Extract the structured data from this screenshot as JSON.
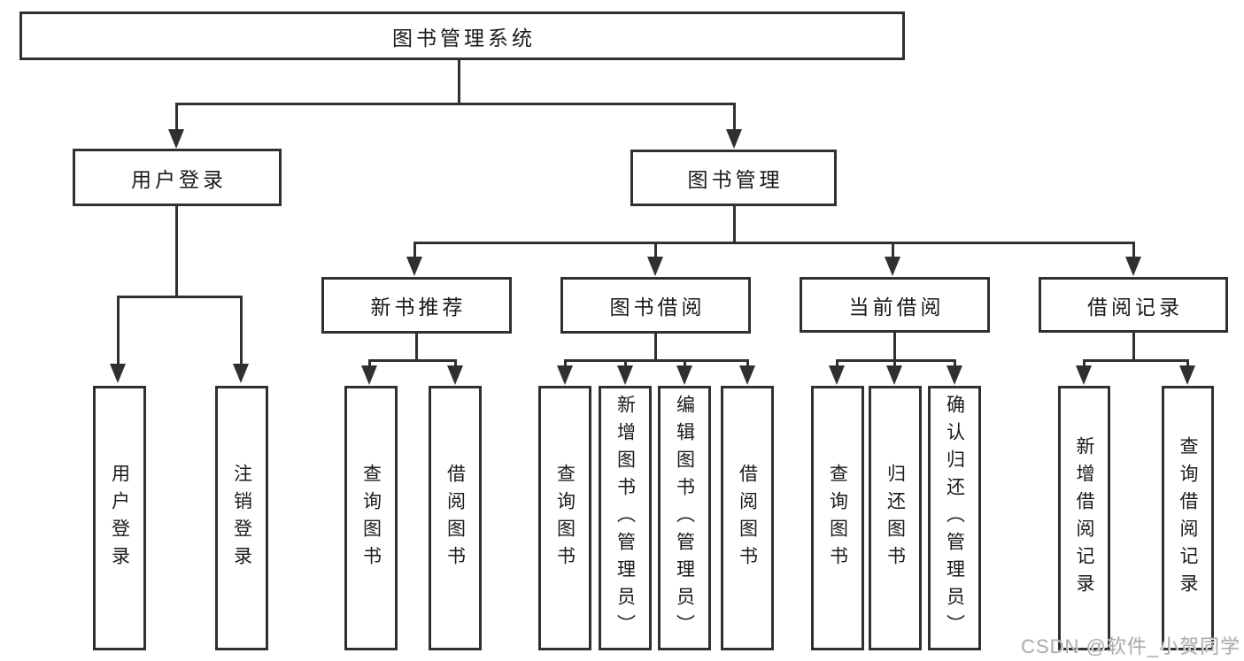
{
  "tree": {
    "label": "图书管理系统",
    "children": [
      {
        "label": "用户登录",
        "children": [
          {
            "label": "用户登录"
          },
          {
            "label": "注销登录"
          }
        ]
      },
      {
        "label": "图书管理",
        "children": [
          {
            "label": "新书推荐",
            "children": [
              {
                "label": "查询图书"
              },
              {
                "label": "借阅图书"
              }
            ]
          },
          {
            "label": "图书借阅",
            "children": [
              {
                "label": "查询图书"
              },
              {
                "label": "新增图书（管理员）"
              },
              {
                "label": "编辑图书（管理员）"
              },
              {
                "label": "借阅图书"
              }
            ]
          },
          {
            "label": "当前借阅",
            "children": [
              {
                "label": "查询图书"
              },
              {
                "label": "归还图书"
              },
              {
                "label": "确认归还（管理员）"
              }
            ]
          },
          {
            "label": "借阅记录",
            "children": [
              {
                "label": "新增借阅记录"
              },
              {
                "label": "查询借阅记录"
              }
            ]
          }
        ]
      }
    ]
  },
  "watermark": "CSDN @软件_小贺同学",
  "colors": {
    "line": "#303030",
    "text": "#1a1a1a",
    "box_fill": "#ffffff",
    "background": "#ffffff",
    "watermark": "#adadad"
  }
}
